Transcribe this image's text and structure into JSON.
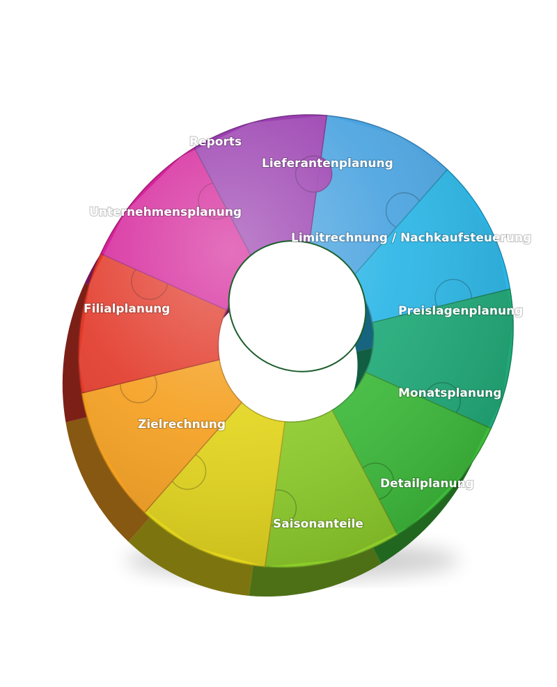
{
  "diagram": {
    "segments": [
      {
        "label": "Reports",
        "color": "#4aa3e0"
      },
      {
        "label": "Lieferantenplanung",
        "color": "#2ab6e6"
      },
      {
        "label": "Limitrechnung / Nachkaufsteuerung",
        "color": "#1faa78"
      },
      {
        "label": "Preislagenplanung",
        "color": "#3dbb3b"
      },
      {
        "label": "Monatsplanung",
        "color": "#8ccc2a"
      },
      {
        "label": "Detailplanung",
        "color": "#e2d41c"
      },
      {
        "label": "Saisonanteile",
        "color": "#f5a020"
      },
      {
        "label": "Zielrechnung",
        "color": "#e23a2a"
      },
      {
        "label": "Filialplanung",
        "color": "#d5249a"
      },
      {
        "label": "Unternehmensplanung",
        "color": "#9a3fb0"
      }
    ]
  }
}
